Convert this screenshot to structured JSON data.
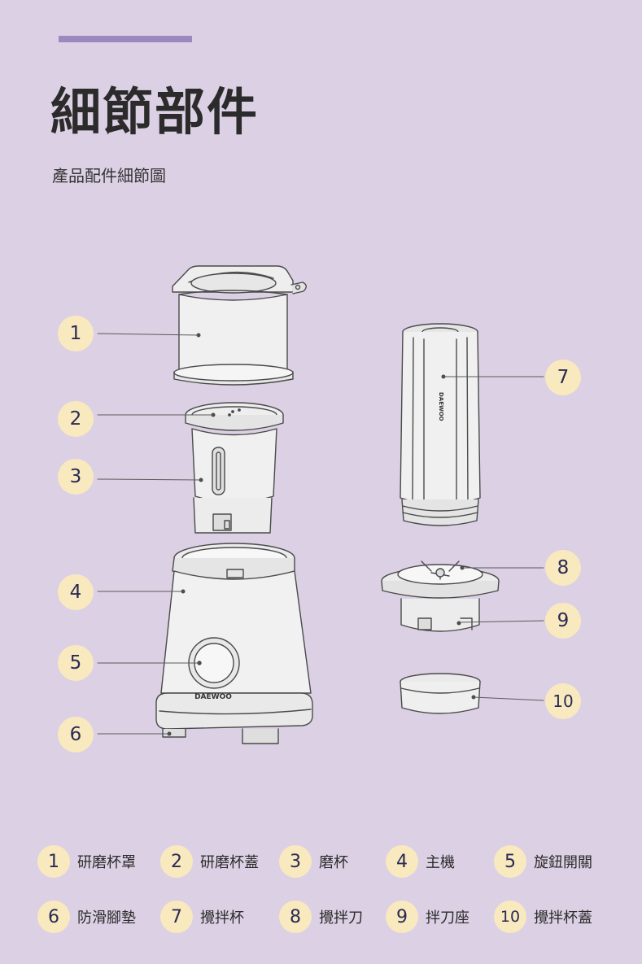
{
  "header": {
    "title": "細節部件",
    "subtitle": "產品配件細節圖"
  },
  "brand": "DAEWOO",
  "callouts": [
    "1",
    "2",
    "3",
    "4",
    "5",
    "6",
    "7",
    "8",
    "9",
    "10"
  ],
  "legend": [
    {
      "num": "1",
      "label": "研磨杯罩"
    },
    {
      "num": "2",
      "label": "研磨杯蓋"
    },
    {
      "num": "3",
      "label": "磨杯"
    },
    {
      "num": "4",
      "label": "主機"
    },
    {
      "num": "5",
      "label": "旋鈕開關"
    },
    {
      "num": "6",
      "label": "防滑腳墊"
    },
    {
      "num": "7",
      "label": "攪拌杯"
    },
    {
      "num": "8",
      "label": "攪拌刀"
    },
    {
      "num": "9",
      "label": "拌刀座"
    },
    {
      "num": "10",
      "label": "攪拌杯蓋"
    }
  ],
  "colors": {
    "background": "#dcd0e4",
    "accent_bar": "#9a88bf",
    "badge": "#f9e9bf",
    "badge_text": "#2a2a55"
  }
}
